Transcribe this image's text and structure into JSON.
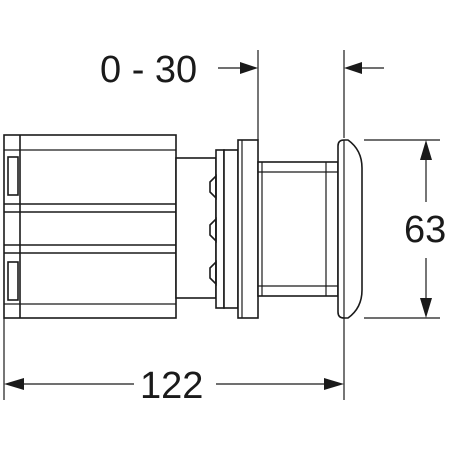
{
  "dimensions": {
    "adjustment_range": "0 - 30",
    "height": "63",
    "overall_length": "122"
  },
  "colors": {
    "line": "#1a1a1a",
    "background": "#ffffff"
  }
}
